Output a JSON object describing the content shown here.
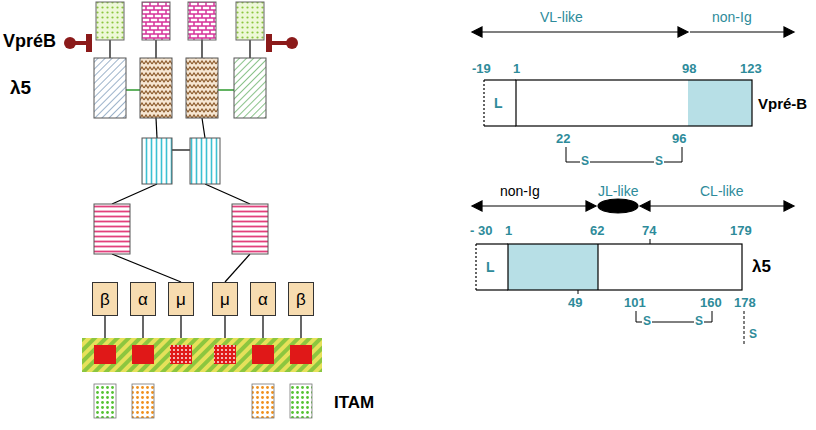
{
  "diagram": {
    "nodes": [
      {
        "text": [
          "β"
        ]
      },
      {
        "text": [
          "α"
        ]
      },
      {
        "text": [
          "μ"
        ]
      },
      {
        "text": [
          "μ"
        ]
      },
      {
        "text": [
          "α"
        ]
      },
      {
        "text": [
          "β"
        ]
      }
    ],
    "labels": [
      "VpréB",
      "λ5",
      "ITAM",
      "VL-like",
      "non-Ig",
      "-19",
      "1",
      "98",
      "123",
      "L",
      "22",
      "S",
      "S",
      "96",
      "Vpré-B",
      "non-Ig",
      "JL-like",
      "CL-like",
      "- 30",
      "1",
      "62",
      "74",
      "179",
      "L",
      "λ5",
      "49",
      "101",
      "S",
      "S",
      "160",
      "178",
      "S"
    ]
  }
}
